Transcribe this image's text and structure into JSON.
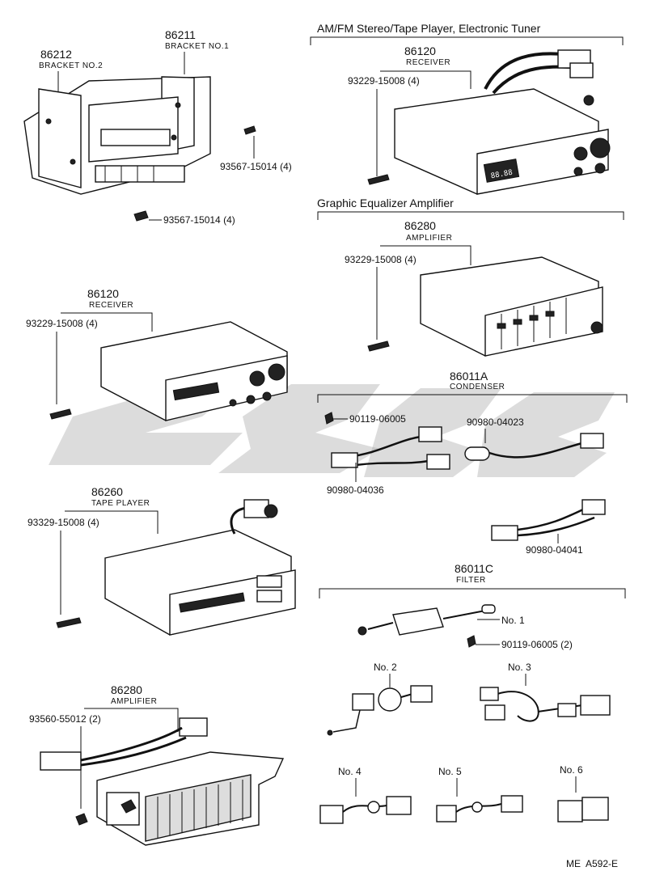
{
  "headers": {
    "am_fm": "AM/FM Stereo/Tape Player, Electronic Tuner",
    "equalizer": "Graphic Equalizer Amplifier"
  },
  "parts": {
    "p86212": {
      "num": "86212",
      "name": "BRACKET NO.2"
    },
    "p86211": {
      "num": "86211",
      "name": "BRACKET NO.1"
    },
    "screw1": "93567-15014 (4)",
    "screw2": "93567-15014 (4)",
    "recv_top": {
      "num": "86120",
      "name": "RECEIVER",
      "screw": "93229-15008 (4)"
    },
    "amp_top": {
      "num": "86280",
      "name": "AMPLIFIER",
      "screw": "93229-15008 (4)"
    },
    "recv_left": {
      "num": "86120",
      "name": "RECEIVER",
      "screw": "93229-15008 (4)"
    },
    "condenser": {
      "num": "86011A",
      "name": "CONDENSER",
      "bolt": "90119-06005",
      "c1": "90980-04023",
      "c2": "90980-04036",
      "c3": "90980-04041"
    },
    "tape": {
      "num": "86260",
      "name": "TAPE PLAYER",
      "screw": "93329-15008 (4)"
    },
    "filter": {
      "num": "86011C",
      "name": "FILTER",
      "no1": "No. 1",
      "bolt": "90119-06005 (2)",
      "no2": "No. 2",
      "no3": "No. 3",
      "no4": "No. 4",
      "no5": "No. 5",
      "no6": "No. 6"
    },
    "amp_bottom": {
      "num": "86280",
      "name": "AMPLIFIER",
      "screw": "93560-55012 (2)"
    }
  },
  "footer": "ME  A592-E",
  "display_text": "88.88"
}
